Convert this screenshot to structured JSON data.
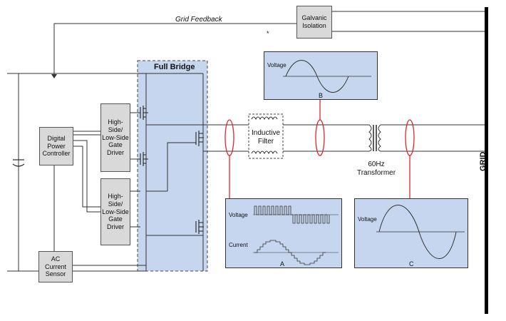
{
  "labels": {
    "grid_feedback": "Grid Feedback",
    "galvanic_isolation_line1": "Galvanic",
    "galvanic_isolation_line2": "Isolation",
    "full_bridge": "Full Bridge",
    "digital_power_controller_line1": "Digital",
    "digital_power_controller_line2": "Power",
    "digital_power_controller_line3": "Controller",
    "gate_driver_top_line1": "High-Side/",
    "gate_driver_top_line2": "Low-Side",
    "gate_driver_top_line3": "Gate",
    "gate_driver_top_line4": "Driver",
    "gate_driver_bottom_line1": "High-Side/",
    "gate_driver_bottom_line2": "Low-Side",
    "gate_driver_bottom_line3": "Gate",
    "gate_driver_bottom_line4": "Driver",
    "ac_current_sensor_line1": "AC",
    "ac_current_sensor_line2": "Current",
    "ac_current_sensor_line3": "Sensor",
    "inductive_filter_line1": "Inductive",
    "inductive_filter_line2": "Filter",
    "transformer_line1": "60Hz",
    "transformer_line2": "Transformer",
    "grid": "GRID",
    "asterisk": "*"
  },
  "scopes": {
    "a": {
      "letter": "A",
      "voltage_label": "Voltage",
      "current_label": "Current"
    },
    "b": {
      "letter": "B",
      "voltage_label": "Voltage"
    },
    "c": {
      "letter": "C",
      "voltage_label": "Voltage"
    }
  },
  "colors": {
    "wire": "#333333",
    "probe": "#e0262e",
    "scope_fill": "#c5d6ee",
    "bridge_fill": "#c5d6ee",
    "box_fill": "#d9d9d9",
    "grid_bar": "#000000"
  }
}
